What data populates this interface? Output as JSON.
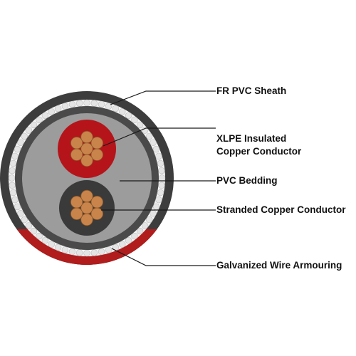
{
  "labels": {
    "sheath": "FR PVC Sheath",
    "insulated_line1": "XLPE Insulated",
    "insulated_line2": "Copper Conductor",
    "bedding": "PVC Bedding",
    "stranded": "Stranded Copper Conductor",
    "armouring": "Galvanized Wire Armouring"
  },
  "colors": {
    "sheath": "#3d3d3d",
    "sheath_red": "#b11c1c",
    "armour_wire": "#e4e4e4",
    "armour_bg": "#f4f4f4",
    "inner_ring": "#4a4a4a",
    "bedding": "#9c9c9c",
    "insulation_red": "#b5141a",
    "insulation_dark": "#3a3a3a",
    "copper": "#c8844b",
    "copper_edge": "#8a5528",
    "leader": "#1a1a1a"
  }
}
